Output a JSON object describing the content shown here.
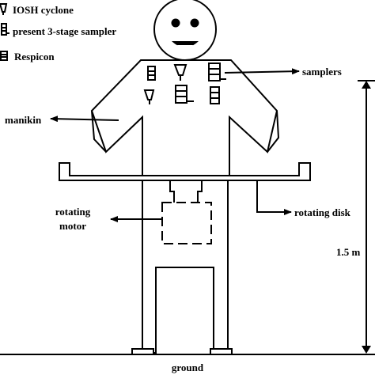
{
  "legend": {
    "items": [
      {
        "icon": "iosh-cyclone-icon",
        "label": "IOSH cyclone"
      },
      {
        "icon": "three-stage-sampler-icon",
        "label": "present 3-stage sampler"
      },
      {
        "icon": "respicon-icon",
        "label": "Respicon"
      }
    ]
  },
  "labels": {
    "samplers": "samplers",
    "manikin": "manikin",
    "rotating_motor_line1": "rotating",
    "rotating_motor_line2": "motor",
    "rotating_disk": "rotating disk",
    "height": "1.5 m",
    "ground": "ground"
  },
  "colors": {
    "stroke": "#000000",
    "background": "#ffffff"
  }
}
